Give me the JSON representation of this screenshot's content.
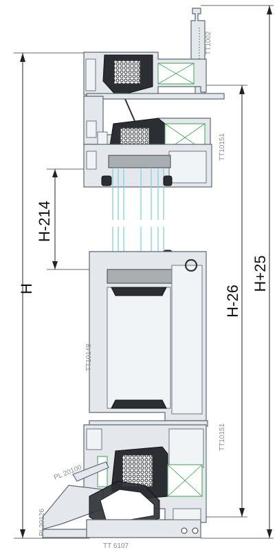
{
  "dimensions": {
    "overall_height": "H",
    "glass_height": "H-214",
    "sash_height": "H-26",
    "total_height": "H+25"
  },
  "part_labels": {
    "top_profile": "TT1002",
    "upper_frame": "TT10151",
    "sash": "TT10148",
    "lower_frame": "TT10151",
    "drip": "PL 20100",
    "sill_cover": "PL20126",
    "sill": "TT 6107"
  },
  "colors": {
    "profile_fill": "#e4e8ec",
    "profile_stroke": "#5a6670",
    "gasket": "#2b2f33",
    "insulation_box": "#37a24b",
    "glass": "#7fd3dd"
  }
}
